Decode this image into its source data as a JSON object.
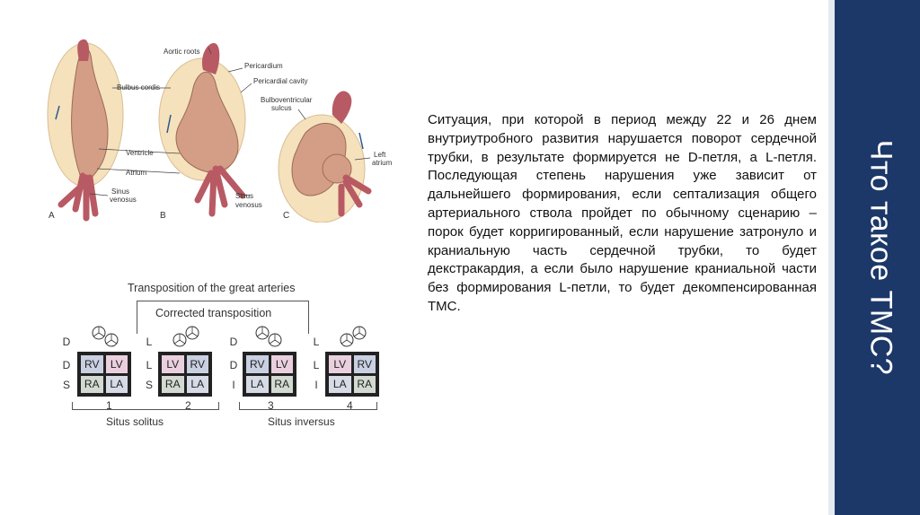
{
  "figure_a": {
    "labels": {
      "aortic_roots": "Aortic roots",
      "pericardium": "Pericardium",
      "pericardial_cavity": "Pericardial cavity",
      "bulbus_cordis": "Bulbus cordis",
      "bulboventricular_sulcus_1": "Bulboventricular",
      "bulboventricular_sulcus_2": "sulcus",
      "ventricle": "Ventricle",
      "atrium": "Atrium",
      "left_atrium_1": "Left",
      "left_atrium_2": "atrium",
      "sinus_venosus_1_a": "Sinus",
      "sinus_venosus_1_b": "venosus",
      "sinus_venosus_2_a": "Sinus",
      "sinus_venosus_2_b": "venosus",
      "panel_a": "A",
      "panel_b": "B",
      "panel_c": "C"
    }
  },
  "tga": {
    "title": "Transposition of the great arteries",
    "corrected_title": "Corrected transposition",
    "columns": [
      {
        "rows": [
          "D",
          "D",
          "S"
        ],
        "cells": [
          "RV",
          "LV",
          "RA",
          "LA"
        ],
        "number": "1"
      },
      {
        "rows": [
          "L",
          "L",
          "S"
        ],
        "cells": [
          "LV",
          "RV",
          "RA",
          "LA"
        ],
        "number": "2"
      },
      {
        "rows": [
          "D",
          "D",
          "I"
        ],
        "cells": [
          "RV",
          "LV",
          "LA",
          "RA"
        ],
        "number": "3"
      },
      {
        "rows": [
          "L",
          "L",
          "I"
        ],
        "cells": [
          "LV",
          "RV",
          "LA",
          "RA"
        ],
        "number": "4"
      }
    ],
    "situs_solitus": "Situs solitus",
    "situs_inversus": "Situs inversus"
  },
  "body_text": "Ситуация, при которой в период между 22 и 26 днем внутриутробного развития нарушается поворот сердечной трубки, в результате формируется не D-петля, а L-петля. Последующая степень нарушения уже зависит от дальнейшего формирования, если септализация общего артериального ствола пройдет по обычному сценарию – порок будет корригированный, если нарушение затронуло и краниальную часть сердечной трубки, то будет декстракардия, а если было нарушение краниальной части без формирования L-петли, то будет декомпенсированная ТМС.",
  "sidebar": {
    "title": "Что такое ТМС?",
    "background": "#1c3868"
  },
  "colors": {
    "heart": "#d49e86",
    "pericardium": "#f5e1bb",
    "vessel": "#b85a64"
  }
}
